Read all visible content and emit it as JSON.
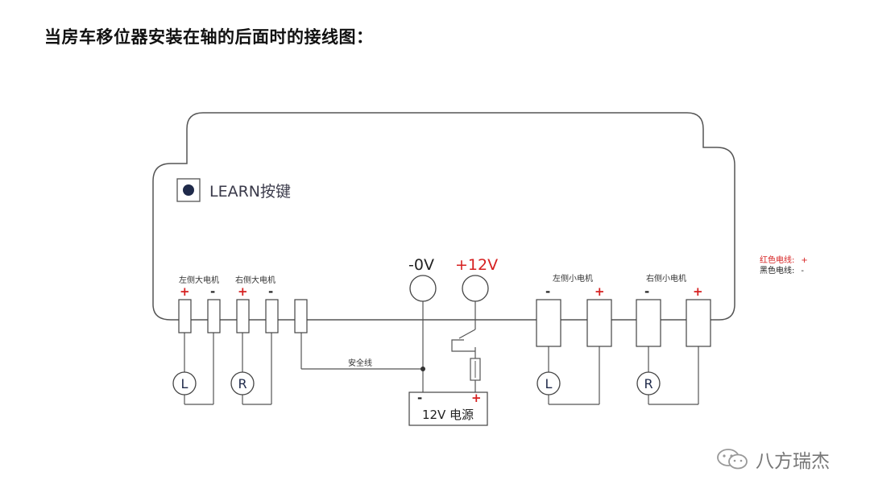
{
  "title": "当房车移位器安装在轴的后面时的接线图：",
  "learn_label": "LEARN按键",
  "groups": {
    "left_big": "左侧大电机",
    "right_big": "右侧大电机",
    "left_small": "左侧小电机",
    "right_small": "右侧小电机"
  },
  "polarity": {
    "plus": "+",
    "minus": "-"
  },
  "supply_labels": {
    "zero_v": "-0V",
    "plus_12v": "+12V"
  },
  "safety_wire": "安全线",
  "power_supply": {
    "label": "12V 电源",
    "minus": "-",
    "plus": "+"
  },
  "motors": {
    "left": "L",
    "right": "R"
  },
  "legend": {
    "red_label": "红色电线:",
    "red_symbol": "+",
    "black_label": "黑色电线:",
    "black_symbol": "-"
  },
  "watermark": "八方瑞杰",
  "colors": {
    "red": "#d62020",
    "outline": "#3a3a3a",
    "dark": "#1f2a4a"
  }
}
